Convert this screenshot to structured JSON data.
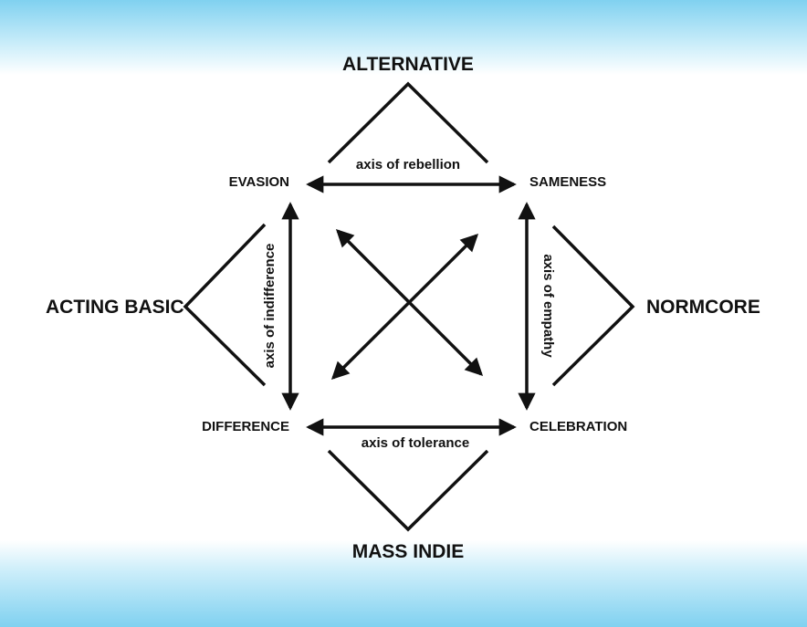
{
  "poles": {
    "top": "ALTERNATIVE",
    "left": "ACTING BASIC",
    "right": "NORMCORE",
    "bottom": "MASS INDIE"
  },
  "corners": {
    "top_left": "EVASION",
    "top_right": "SAMENESS",
    "bottom_left": "DIFFERENCE",
    "bottom_right": "CELEBRATION"
  },
  "axes": {
    "top": "axis of rebellion",
    "left": "axis of indifference",
    "right": "axis of empathy",
    "bottom": "axis of tolerance"
  },
  "colors": {
    "ink": "#111111",
    "sky": "#80d1f0",
    "background": "#ffffff"
  }
}
